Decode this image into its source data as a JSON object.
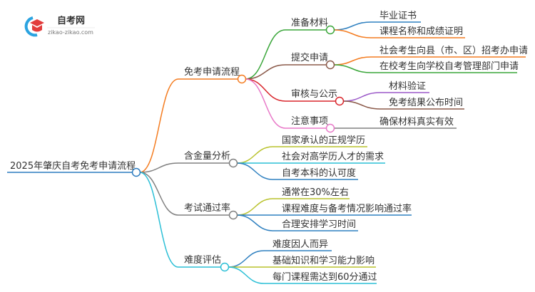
{
  "logo": {
    "title": "自考网",
    "url": "zikao-zikao.com"
  },
  "colors": {
    "root": "#2b7bbf",
    "orange": "#f47c20",
    "green": "#3aa63a",
    "brown": "#8b5a4a",
    "red": "#d9262c",
    "pink": "#e879c8",
    "gray": "#808080",
    "blue": "#2f80c0",
    "olive": "#b9c22c",
    "cyan": "#2bbfd6",
    "purple": "#9b59c8"
  },
  "root": {
    "label": "2025年肇庆自考免考申请流程"
  },
  "branches": [
    {
      "label": "免考申请流程",
      "color": "orange",
      "children": [
        {
          "label": "准备材料",
          "color": "green",
          "leaves": [
            {
              "label": "毕业证书",
              "color": "blue"
            },
            {
              "label": "课程名称和成绩证明",
              "color": "orange"
            }
          ]
        },
        {
          "label": "提交申请",
          "color": "brown",
          "leaves": [
            {
              "label": "社会考生向县（市、区）招考办申请",
              "color": "orange"
            },
            {
              "label": "在校考生向学校自考管理部门申请",
              "color": "green"
            }
          ]
        },
        {
          "label": "审核与公示",
          "color": "red",
          "leaves": [
            {
              "label": "材料验证",
              "color": "purple"
            },
            {
              "label": "免考结果公布时间",
              "color": "brown"
            }
          ]
        },
        {
          "label": "注意事项",
          "color": "pink",
          "leaves": [
            {
              "label": "确保材料真实有效",
              "color": "gray"
            }
          ]
        }
      ]
    },
    {
      "label": "含金量分析",
      "color": "gray",
      "leaves": [
        {
          "label": "国家承认的正规学历",
          "color": "olive"
        },
        {
          "label": "社会对高学历人才的需求",
          "color": "cyan"
        },
        {
          "label": "自考本科的认可度",
          "color": "blue"
        }
      ]
    },
    {
      "label": "考试通过率",
      "color": "gray",
      "leaves": [
        {
          "label": "通常在30%左右",
          "color": "olive"
        },
        {
          "label": "课程难度与备考情况影响通过率",
          "color": "blue"
        },
        {
          "label": "合理安排学习时间",
          "color": "blue"
        }
      ]
    },
    {
      "label": "难度评估",
      "color": "cyan",
      "leaves": [
        {
          "label": "难度因人而异",
          "color": "blue"
        },
        {
          "label": "基础知识和学习能力影响",
          "color": "olive"
        },
        {
          "label": "每门课程需达到60分通过",
          "color": "cyan"
        }
      ]
    }
  ]
}
